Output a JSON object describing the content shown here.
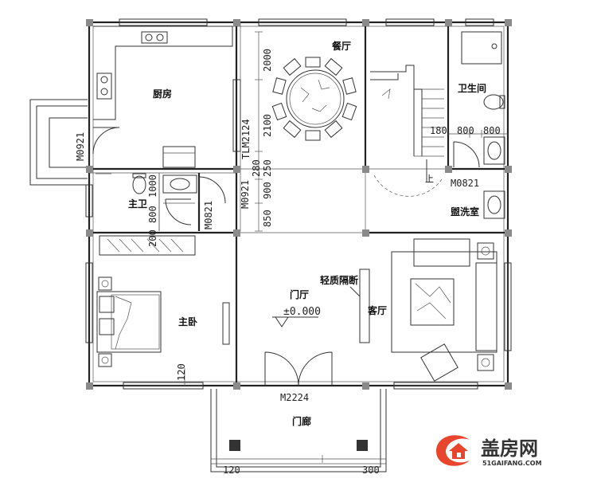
{
  "rooms": {
    "kitchen": "厨房",
    "dining": "餐厅",
    "bathroom": "卫生间",
    "master_bath": "主卫",
    "washroom": "盥洗室",
    "master_bedroom": "主卧",
    "foyer": "门厅",
    "living": "客厅",
    "porch": "门廊"
  },
  "labels": {
    "partition": "轻质隔断",
    "elevation": "±0.000",
    "stair_up": "上"
  },
  "codes": {
    "door_left": "M0921",
    "door_master_bath": "M0921",
    "door_bedroom": "M0821",
    "door_bath": "M0821",
    "window_dining": "TLM2124",
    "main_door": "M2224"
  },
  "dimensions": {
    "d2000": "2000",
    "d2100": "2100",
    "d250": "250",
    "d280": "280",
    "d900": "900",
    "d850": "850",
    "d1000": "1000",
    "d800a": "800",
    "d200": "200",
    "d180": "180",
    "d800b": "800",
    "d800c": "800",
    "d120": "120",
    "d120b": "120",
    "d300": "300"
  },
  "logo": {
    "name": "盖房网",
    "url": "51GAIFANG.COM",
    "brand_color": "#e8452c"
  }
}
